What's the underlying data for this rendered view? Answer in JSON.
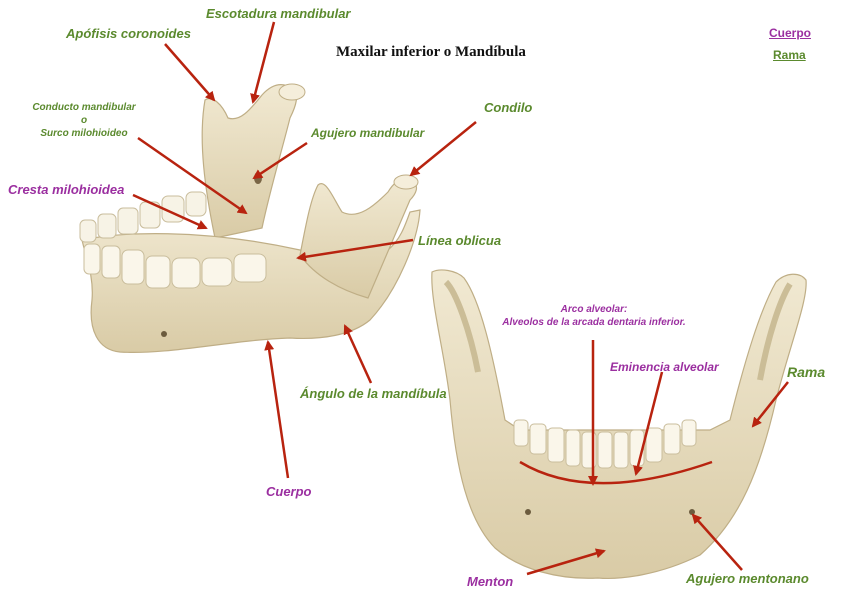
{
  "title": "Maxilar inferior o Mandíbula",
  "legend": {
    "cuerpo": "Cuerpo",
    "rama": "Rama"
  },
  "colors": {
    "green": "#5b8a2e",
    "purple": "#9b2fa0",
    "arrow": "#b8230f",
    "bone": "#eae0c4"
  },
  "labels": {
    "escotadura": "Escotadura mandibular",
    "coronoides": "Apófisis coronoides",
    "conducto_1": "Conducto mandibular",
    "conducto_2": "o",
    "conducto_3": "Surco milohioideo",
    "agujero_mandibular": "Agujero mandibular",
    "condilo": "Condilo",
    "cresta": "Cresta milohioidea",
    "linea_oblicua": "Línea oblicua",
    "angulo": "Ángulo de la mandíbula",
    "cuerpo": "Cuerpo",
    "arco_1": "Arco alveolar:",
    "arco_2": "Alveolos de la arcada dentaria inferior.",
    "eminencia": "Eminencia alveolar",
    "rama": "Rama",
    "menton": "Menton",
    "agujero_mentoniano": "Agujero mentonano"
  }
}
